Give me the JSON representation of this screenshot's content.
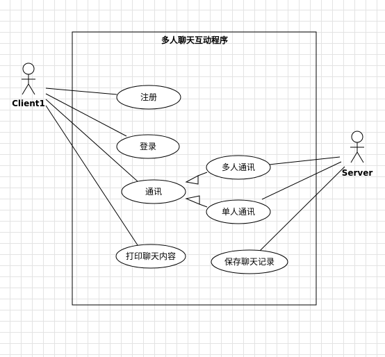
{
  "system": {
    "title": "多人聊天互动程序"
  },
  "actors": {
    "client": {
      "name": "Client1"
    },
    "server": {
      "name": "Server"
    }
  },
  "use_cases": {
    "register": "注册",
    "login": "登录",
    "communicate": "通讯",
    "group_chat": "多人通讯",
    "single_chat": "单人通讯",
    "print_chat": "打印聊天内容",
    "save_chat": "保存聊天记录"
  }
}
